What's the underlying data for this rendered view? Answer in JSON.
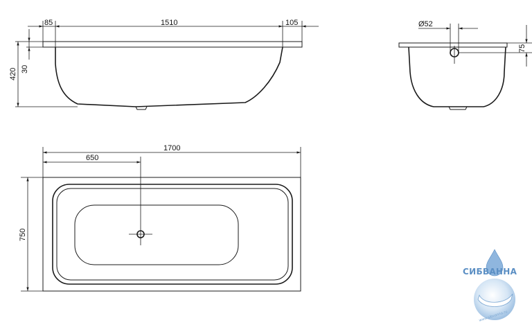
{
  "side_view": {
    "dim_top_left": "85",
    "dim_top_middle": "1510",
    "dim_top_right": "105",
    "dim_height": "420",
    "dim_rim": "30"
  },
  "end_view": {
    "dim_drain_diameter": "Ø52",
    "dim_drain_offset": "75"
  },
  "plan_view": {
    "dim_length": "1700",
    "dim_drain_position": "650",
    "dim_width": "750"
  },
  "logo": {
    "name": "СИБВАННА",
    "url": "www.sibvanna.ru",
    "colors": {
      "primary": "#5b8fc4",
      "light": "#cfe0f2"
    }
  }
}
